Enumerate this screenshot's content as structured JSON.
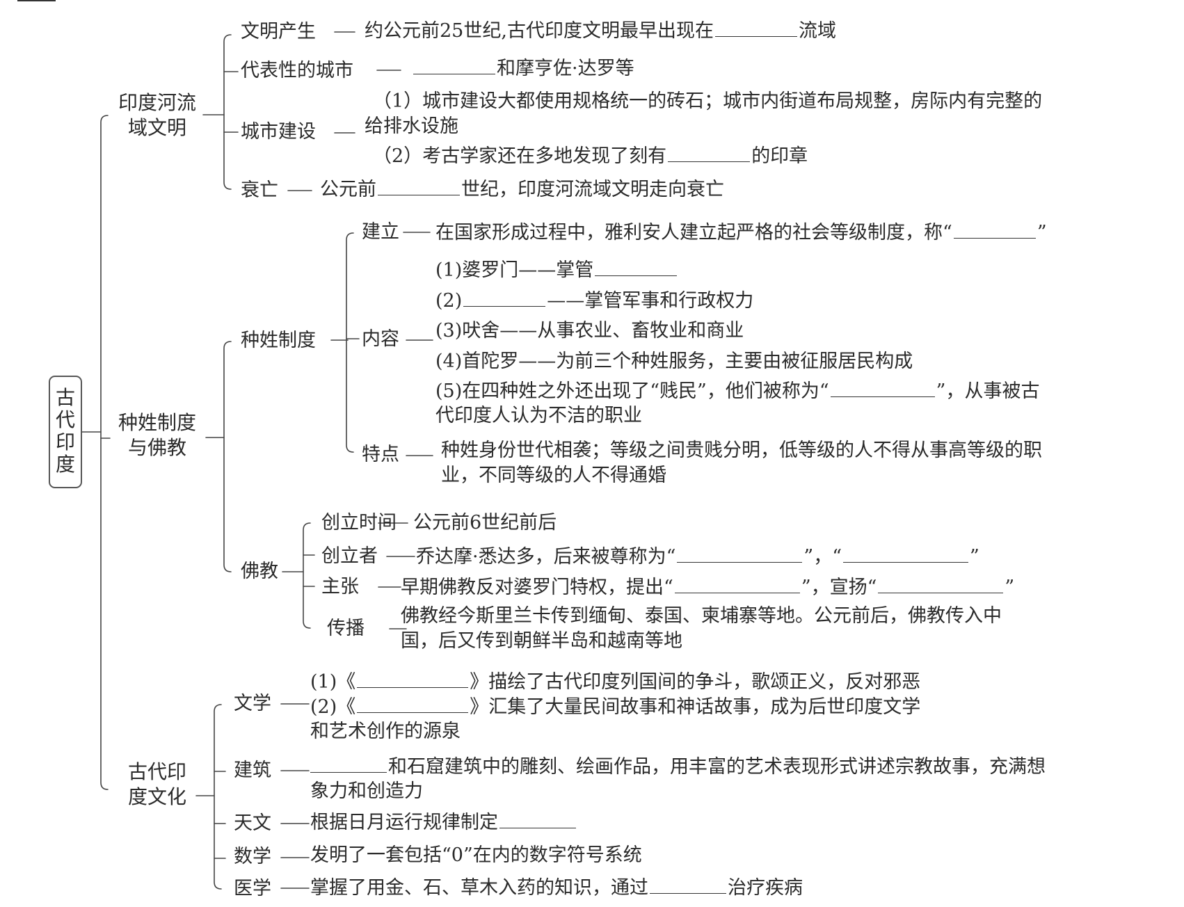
{
  "root": "古代印度",
  "sections": {
    "indus": {
      "label_lines": [
        "印度河流",
        "域文明"
      ],
      "origin": {
        "label": "文明产生",
        "text_before": "约公元前25世纪,古代印度文明最早出现在",
        "text_after": "流域"
      },
      "cities": {
        "label": "代表性的城市",
        "text_after": "和摩亨佐·达罗等"
      },
      "building": {
        "label": "城市建设",
        "item1_line1": "（1）城市建设大都使用规格统一的砖石；城市内街道布局规整，房际内有完整的",
        "item1_line2": "给排水设施",
        "item2_before": "（2）考古学家还在多地发现了刻有",
        "item2_after": "的印章"
      },
      "decline": {
        "label": "衰亡",
        "text_before": "公元前",
        "text_after": "世纪，印度河流域文明走向衰亡"
      }
    },
    "caste_buddhism": {
      "label_lines": [
        "种姓制度",
        "与佛教"
      ],
      "caste": {
        "label": "种姓制度",
        "establish": {
          "label": "建立",
          "text_before": "在国家形成过程中，雅利安人建立起严格的社会等级制度，称“",
          "text_after": "”"
        },
        "content": {
          "label": "内容",
          "i1_before": "(1)婆罗门——掌管",
          "i2_before": "(2)",
          "i2_after": "——掌管军事和行政权力",
          "i3": "(3)吠舍——从事农业、畜牧业和商业",
          "i4": "(4)首陀罗——为前三个种姓服务，主要由被征服居民构成",
          "i5_before": "(5)在四种姓之外还出现了“贱民”，他们被称为“",
          "i5_after": "”，从事被古",
          "i5_line2": "代印度人认为不洁的职业"
        },
        "feature": {
          "label": "特点",
          "line1": "种姓身份世代相袭；等级之间贵贱分明，低等级的人不得从事高等级的职",
          "line2": "业，不同等级的人不得通婚"
        }
      },
      "buddhism": {
        "label": "佛教",
        "time": {
          "label": "创立时间",
          "text": "公元前6世纪前后"
        },
        "founder": {
          "label": "创立者",
          "text_before": "乔达摩·悉达多，后来被尊称为“",
          "mid": "”，“",
          "text_after": "”"
        },
        "doctrine": {
          "label": "主张",
          "text_before": "早期佛教反对婆罗门特权，提出“",
          "mid": "”，宣扬“",
          "text_after": "”"
        },
        "spread": {
          "label": "传播",
          "line1": "佛教经今斯里兰卡传到缅甸、泰国、柬埔寨等地。公元前后，佛教传入中",
          "line2": "国，后又传到朝鲜半岛和越南等地"
        }
      }
    },
    "culture": {
      "label_lines": [
        "古代印",
        "度文化"
      ],
      "literature": {
        "label": "文学",
        "i1_before": "(1)《",
        "i1_after": "》描绘了古代印度列国间的争斗，歌颂正义，反对邪恶",
        "i2_before": "(2)《",
        "i2_after": "》汇集了大量民间故事和神话故事，成为后世印度文学",
        "i2_line2": "和艺术创作的源泉"
      },
      "architecture": {
        "label": "建筑",
        "line1_after": "和石窟建筑中的雕刻、绘画作品，用丰富的艺术表现形式讲述宗教故事，充满想",
        "line2": "象力和创造力"
      },
      "astronomy": {
        "label": "天文",
        "text_before": "根据日月运行规律制定"
      },
      "math": {
        "label": "数学",
        "text": "发明了一套包括“0”在内的数字符号系统"
      },
      "medicine": {
        "label": "医学",
        "text_before": "掌握了用金、石、草木入药的知识，通过",
        "text_after": "治疗疾病"
      }
    }
  }
}
